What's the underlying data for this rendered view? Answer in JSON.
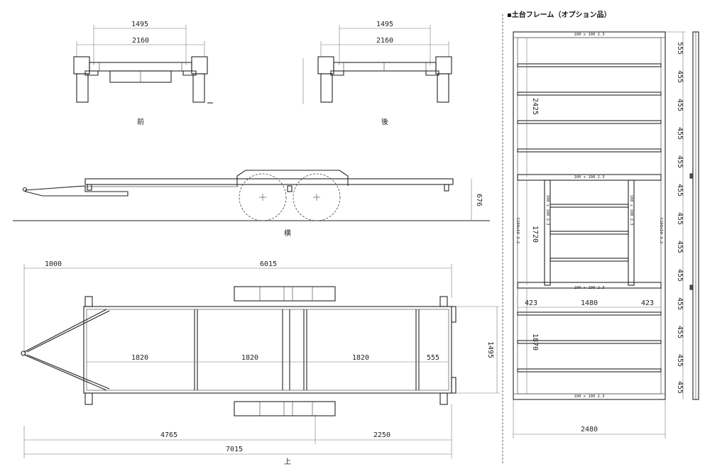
{
  "frame_title": "▪土台フレーム（オプション品）",
  "views": {
    "front": "前",
    "rear": "後",
    "side": "横",
    "top": "上"
  },
  "front_view": {
    "inner_width": "1495",
    "outer_width": "2160"
  },
  "rear_view": {
    "inner_width": "1495",
    "outer_width": "2160"
  },
  "side_view": {
    "height": "676"
  },
  "top_view": {
    "tongue_length": "1000",
    "frame_length": "6015",
    "span_1": "1820",
    "span_2": "1820",
    "span_3": "1820",
    "tail": "555",
    "width": "1495",
    "front_to_axle": "4765",
    "axle_to_rear": "2250",
    "overall_length": "7015"
  },
  "base_frame": {
    "member_label": "100 x 100  2.3",
    "height_label": "2425",
    "inner_height": "1720",
    "lower_height": "1870",
    "left_offset": "423",
    "center_width": "1480",
    "right_offset": "423",
    "width": "2480",
    "first_spacing": "555",
    "spacing": [
      "455",
      "455",
      "455",
      "455",
      "455",
      "455",
      "455",
      "455",
      "455",
      "455",
      "455",
      "455"
    ],
    "left_member": "C100x50  3.2",
    "right_member": "C100x50  3.2",
    "inner_member": "100 x 100  2.3"
  }
}
